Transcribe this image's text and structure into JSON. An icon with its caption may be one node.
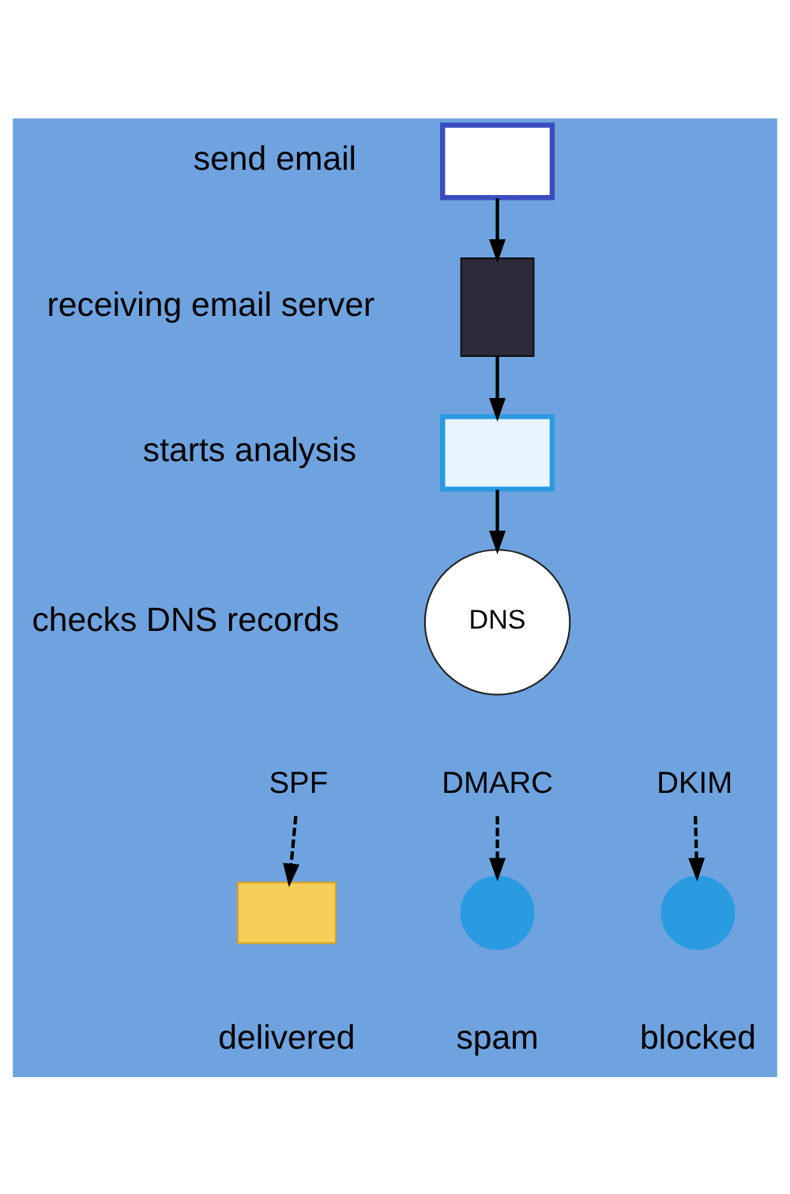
{
  "diagram": {
    "nodes": [
      {
        "text": [],
        "shape": "box",
        "beside": [
          "send email"
        ]
      },
      {
        "text": [],
        "shape": "box",
        "beside": [
          "receiving email server"
        ]
      },
      {
        "text": [],
        "shape": "box",
        "beside": [
          "starts analysis"
        ]
      },
      {
        "text": [
          "DNS"
        ],
        "beside": [
          "checks DNS records"
        ]
      },
      {
        "text": [
          "SPF"
        ]
      },
      {
        "text": [
          "DMARC"
        ]
      },
      {
        "text": [
          "DKIM"
        ]
      },
      {
        "text": [],
        "shape": "box",
        "beside": [
          "delivered"
        ]
      },
      {
        "text": [],
        "shape": "circle",
        "beside": [
          "spam"
        ]
      },
      {
        "text": [],
        "shape": "circle",
        "beside": [
          "blocked"
        ]
      }
    ],
    "edges": [
      {
        "from": 0,
        "to": 1,
        "arrow": "to"
      },
      {
        "from": 1,
        "to": 2,
        "arrow": "to"
      },
      {
        "from": 2,
        "to": 3,
        "arrow": "to"
      },
      {
        "from": 4,
        "to": 7,
        "arrow": "to",
        "style": "dashed"
      },
      {
        "from": 5,
        "to": 8,
        "arrow": "to",
        "style": "dashed"
      },
      {
        "from": 6,
        "to": 9,
        "arrow": "to",
        "style": "dashed"
      }
    ]
  }
}
